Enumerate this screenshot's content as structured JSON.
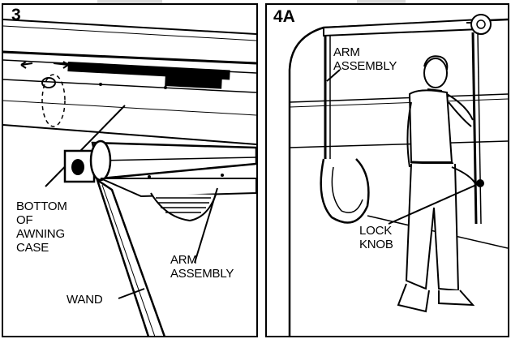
{
  "panel_3": {
    "number": "3",
    "labels": {
      "bottom_of_case": "BOTTOM\nOF\nAWNING\nCASE",
      "arm_assembly": "ARM\nASSEMBLY",
      "wand": "WAND"
    }
  },
  "panel_4a": {
    "number": "4A",
    "labels": {
      "arm_assembly": "ARM\nASSEMBLY",
      "lock_knob": "LOCK\nKNOB"
    }
  }
}
